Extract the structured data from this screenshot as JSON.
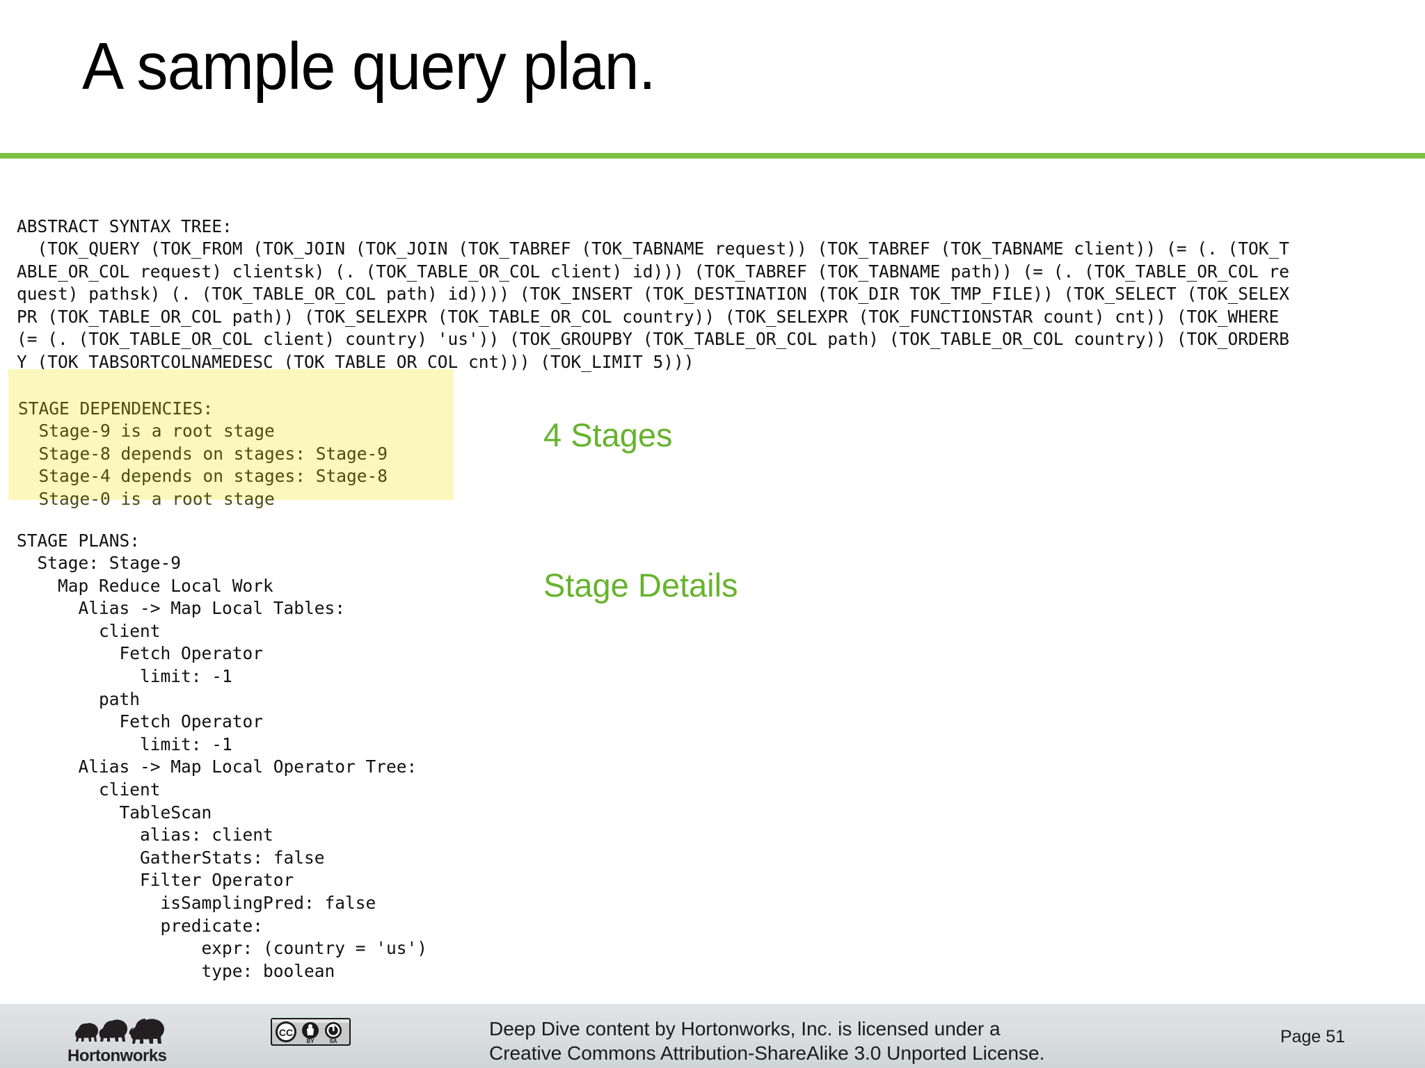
{
  "slide": {
    "title": "A sample query plan.",
    "page_label": "Page 51",
    "accent_green": "#7ac143",
    "annotation_green": "#66b32e",
    "highlight_yellow": "#fcf8bd",
    "footer_gray": "#d9dddf"
  },
  "ast": {
    "heading": "ABSTRACT SYNTAX TREE:",
    "text": "ABSTRACT SYNTAX TREE:\n  (TOK_QUERY (TOK_FROM (TOK_JOIN (TOK_JOIN (TOK_TABREF (TOK_TABNAME request)) (TOK_TABREF (TOK_TABNAME client)) (= (. (TOK_T\nABLE_OR_COL request) clientsk) (. (TOK_TABLE_OR_COL client) id))) (TOK_TABREF (TOK_TABNAME path)) (= (. (TOK_TABLE_OR_COL re\nquest) pathsk) (. (TOK_TABLE_OR_COL path) id)))) (TOK_INSERT (TOK_DESTINATION (TOK_DIR TOK_TMP_FILE)) (TOK_SELECT (TOK_SELEX\nPR (TOK_TABLE_OR_COL path)) (TOK_SELEXPR (TOK_TABLE_OR_COL country)) (TOK_SELEXPR (TOK_FUNCTIONSTAR count) cnt)) (TOK_WHERE\n(= (. (TOK_TABLE_OR_COL client) country) 'us')) (TOK_GROUPBY (TOK_TABLE_OR_COL path) (TOK_TABLE_OR_COL country)) (TOK_ORDERB\nY (TOK_TABSORTCOLNAMEDESC (TOK_TABLE_OR_COL cnt))) (TOK_LIMIT 5)))",
    "lines": [
      "ABSTRACT SYNTAX TREE:",
      "  (TOK_QUERY (TOK_FROM (TOK_JOIN (TOK_JOIN (TOK_TABREF (TOK_TABNAME request)) (TOK_TABREF (TOK_TABNAME client)) (= (. (TOK_T",
      "ABLE_OR_COL request) clientsk) (. (TOK_TABLE_OR_COL client) id))) (TOK_TABREF (TOK_TABNAME path)) (= (. (TOK_TABLE_OR_COL re",
      "quest) pathsk) (. (TOK_TABLE_OR_COL path) id)))) (TOK_INSERT (TOK_DESTINATION (TOK_DIR TOK_TMP_FILE)) (TOK_SELECT (TOK_SELEX",
      "PR (TOK_TABLE_OR_COL path)) (TOK_SELEXPR (TOK_TABLE_OR_COL country)) (TOK_SELEXPR (TOK_FUNCTIONSTAR count) cnt)) (TOK_WHERE",
      "(= (. (TOK_TABLE_OR_COL client) country) 'us')) (TOK_GROUPBY (TOK_TABLE_OR_COL path) (TOK_TABLE_OR_COL country)) (TOK_ORDERB",
      "Y (TOK_TABSORTCOLNAMEDESC (TOK_TABLE_OR_COL cnt))) (TOK_LIMIT 5)))"
    ]
  },
  "stage_dependencies": {
    "heading": "STAGE DEPENDENCIES:",
    "text": "STAGE DEPENDENCIES:\n  Stage-9 is a root stage\n  Stage-8 depends on stages: Stage-9\n  Stage-4 depends on stages: Stage-8\n  Stage-0 is a root stage",
    "lines": [
      "STAGE DEPENDENCIES:",
      "  Stage-9 is a root stage",
      "  Stage-8 depends on stages: Stage-9",
      "  Stage-4 depends on stages: Stage-8",
      "  Stage-0 is a root stage"
    ]
  },
  "stage_plans": {
    "heading": "STAGE PLANS:",
    "text": "STAGE PLANS:\n  Stage: Stage-9\n    Map Reduce Local Work\n      Alias -> Map Local Tables:\n        client\n          Fetch Operator\n            limit: -1\n        path\n          Fetch Operator\n            limit: -1\n      Alias -> Map Local Operator Tree:\n        client\n          TableScan\n            alias: client\n            GatherStats: false\n            Filter Operator\n              isSamplingPred: false\n              predicate:\n                  expr: (country = 'us')\n                  type: boolean",
    "lines": [
      "STAGE PLANS:",
      "  Stage: Stage-9",
      "    Map Reduce Local Work",
      "      Alias -> Map Local Tables:",
      "        client",
      "          Fetch Operator",
      "            limit: -1",
      "        path",
      "          Fetch Operator",
      "            limit: -1",
      "      Alias -> Map Local Operator Tree:",
      "        client",
      "          TableScan",
      "            alias: client",
      "            GatherStats: false",
      "            Filter Operator",
      "              isSamplingPred: false",
      "              predicate:",
      "                  expr: (country = 'us')",
      "                  type: boolean"
    ]
  },
  "annotations": {
    "stages": "4 Stages",
    "details": "Stage Details"
  },
  "footer": {
    "logo_text": "Hortonworks",
    "logo_icon": "three-elephants-icon",
    "cc_icon": "creative-commons-by-sa-icon",
    "cc_labels": {
      "cc": "CC",
      "by": "BY",
      "sa": "SA"
    },
    "license_text": "Deep Dive content by Hortonworks, Inc. is licensed under a\nCreative Commons Attribution-ShareAlike 3.0 Unported License.",
    "page": "Page 51"
  }
}
